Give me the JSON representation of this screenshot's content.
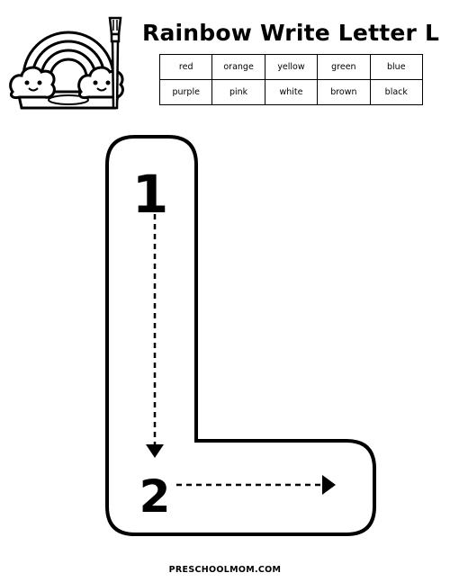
{
  "header": {
    "title": "Rainbow Write Letter L",
    "illustration_icon": "rainbow-with-clouds-and-paintbrush"
  },
  "color_table": {
    "rows": [
      [
        "red",
        "orange",
        "yellow",
        "green",
        "blue"
      ],
      [
        "purple",
        "pink",
        "white",
        "brown",
        "black"
      ]
    ]
  },
  "tracing": {
    "letter": "L",
    "stroke_numbers": [
      "1",
      "2"
    ],
    "outline_color": "#000000",
    "fill_color": "#ffffff"
  },
  "footer": {
    "site": "PRESCHOOLMOM.COM"
  }
}
